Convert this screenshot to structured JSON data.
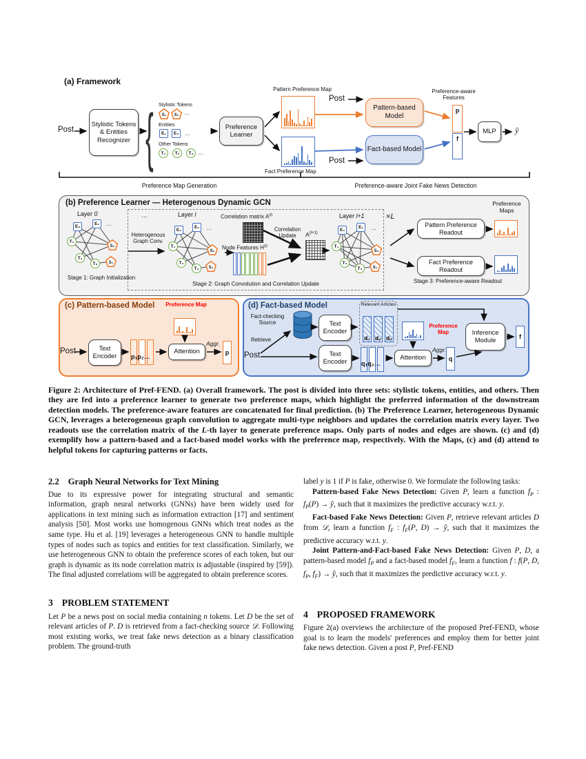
{
  "colors": {
    "orange": "#ED7D31",
    "blue": "#4472C4",
    "green": "#70AD47",
    "red": "#FF0000",
    "db_blue": "#2E75B6"
  },
  "figure": {
    "a": {
      "label": "(a) Framework",
      "post1": "Post",
      "post2": "Post",
      "post3": "Post",
      "recognizer": "Stylistic Tokens & Entities Recognizer",
      "tokens": {
        "stylistic_label": "Stylistic Tokens",
        "entities_label": "Entities",
        "other_label": "Other Tokens",
        "ellipsis": "…"
      },
      "preference_learner": "Preference Learner",
      "pattern_map_label": "Pattern Preference Map",
      "fact_map_label": "Fact Preference Map",
      "pattern_model": "Pattern-based Model",
      "fact_model": "Fact-based Model",
      "paf_label": "Preference-aware Features",
      "p": "p",
      "f": "f",
      "mlp": "MLP",
      "yhat": "ŷ"
    },
    "bracket": {
      "left": "Preference Map Generation",
      "right": "Preference-aware Joint Fake News Detection"
    },
    "graph_nodes": {
      "e1": "E₁",
      "e2": "E₂",
      "t1": "T₁",
      "t2": "T₂",
      "t3": "T₃",
      "s1": "S₁",
      "s2": "S₂",
      "dots": "…"
    },
    "b": {
      "title": "(b) Preference Learner — Heterogenous Dynamic GCN",
      "layer0": "Layer <i>0</i>",
      "layerl": "Layer <i>l</i>",
      "layerl1": "Layer <i>l+1</i>",
      "dots": "…",
      "het_conv": "Heterogenous Graph Conv.",
      "corr_matrix": "Correlation matrix A<sup>(<i>l</i>)</sup>",
      "node_features": "Node Features H<sup>(<i>l</i>)</sup>",
      "corr_update": "Correlation Update",
      "a_next": "A<sup>(<i>l</i>+1)</sup>",
      "xl": "×<i>L</i>",
      "stage1": "Stage 1: Graph Initialization",
      "stage2": "Stage 2: Graph Convolution and Correlation Update",
      "stage3": "Stage 3: Preference-aware Readout",
      "pattern_readout": "Pattern Preference Readout",
      "fact_readout": "Fact Preference Readout",
      "pref_maps": "Preference Maps"
    },
    "c": {
      "title": "(c) Pattern-based Model",
      "post": "Post",
      "text_encoder": "Text Encoder",
      "p_tokens": "p₁p₂…",
      "attention": "Attention",
      "aggr": "Aggr.",
      "p": "p",
      "pref_map": "Preference Map"
    },
    "d": {
      "title": "(d) Fact-based Model",
      "fact_checking": "Fact-checking Source",
      "retrieve": "Retrieve",
      "post": "Post",
      "text_encoder1": "Text Encoder",
      "text_encoder2": "Text Encoder",
      "relevant": "Relevant Articles",
      "d1": "d₁",
      "d2": "d₂",
      "d3": "d₃",
      "q_tokens": "q₁q₂…",
      "attention": "Attention",
      "aggr": "Aggr.",
      "q": "q",
      "pref_map": "Preference Map",
      "inference": "Inference Module",
      "f": "f"
    },
    "charts": {
      "pattern_a": [
        30,
        45,
        18,
        55,
        25,
        12,
        8,
        62,
        10,
        5,
        20,
        4,
        35,
        15,
        28
      ],
      "fact_a": [
        5,
        8,
        14,
        6,
        20,
        35,
        28,
        45,
        15,
        70,
        12,
        8,
        40,
        18,
        10
      ],
      "pattern_b": [
        15,
        42,
        8,
        25,
        5,
        58,
        10,
        20,
        32
      ],
      "fact_b": [
        8,
        5,
        30,
        45,
        12,
        55,
        18,
        38,
        22
      ],
      "pattern_c": [
        20,
        52,
        10,
        15,
        5,
        45,
        12,
        8,
        30
      ],
      "fact_d": [
        8,
        15,
        45,
        22,
        55,
        12,
        30,
        6,
        18
      ],
      "h_colors": [
        "#4472C4",
        "#4472C4",
        "#70AD47",
        "#70AD47",
        "#70AD47",
        "#70AD47",
        "#ED7D31",
        "#ED7D31"
      ]
    }
  },
  "caption": "Figure 2: Architecture of Pref-FEND. (a) Overall framework. The post is divided into three sets: stylistic tokens, entities, and others. Then they are fed into a preference learner to generate two preference maps, which highlight the preferred information of the downstream detection models. The preference-aware features are concatenated for final prediction. (b) The Preference Learner, heterogeneous Dynamic GCN, leverages a heterogeneous graph convolution to aggregate multi-type neighbors and updates the correlation matrix every layer. Two readouts use the correlation matrix of the <i>L</i>-th layer to generate preference maps. Only parts of nodes and edges are shown. (c) and (d) exemplify how a pattern-based and a fact-based model works with the preference map, respectively. With the Maps, (c) and (d) attend to helpful tokens for capturing patterns or facts.",
  "left_col": {
    "s22_num": "2.2",
    "s22_title": "Graph Neural Networks for Text Mining",
    "s22_body": "Due to its expressive power for integrating structural and semantic information, graph neural networks (GNNs) have been widely used for applications in text mining such as information extraction [17] and sentiment analysis [50]. Most works use homogenous GNNs which treat nodes as the same type. Hu et al. [19] leverages a heterogeneous GNN to handle multiple types of nodes such as topics and entities for text classification. Similarly, we use heterogeneous GNN to obtain the preference scores of each token, but our graph is dynamic as its node correlation matrix is adjustable (inspired by [59]). The final adjusted correlations will be aggregated to obtain preference scores.",
    "s3_num": "3",
    "s3_title": "PROBLEM STATEMENT",
    "s3_body": "Let <i>P</i> be a news post on social media containing <i>n</i> tokens. Let <i>D</i> be the set of relevant articles of <i>P</i>. <i>D</i> is retrieved from a fact-checking source <i>𝒟</i>. Following most existing works, we treat fake news detection as a binary classification problem. The ground-truth"
  },
  "right_col": {
    "intro": "label <i>y</i> is 1 if <i>P</i> is fake, otherwise 0. We formulate the following tasks:",
    "task1": "<b>Pattern-based Fake News Detection:</b> Given <i>P</i>, learn a function <i>f<sub>P</sub></i> : <i>f<sub>P</sub></i>(<i>P</i>) → <i>ŷ</i>, such that it maximizes the predictive accuracy w.r.t. <i>y</i>.",
    "task2": "<b>Fact-based Fake News Detection:</b> Given <i>P</i>, retrieve relevant articles <i>D</i> from <i>𝒟</i>, learn a function <i>f<sub>F</sub></i> : <i>f<sub>F</sub></i>(<i>P</i>, <i>D</i>) → <i>ŷ</i>, such that it maximizes the predictive accuracy w.r.t. <i>y</i>.",
    "task3": "<b>Joint Pattern-and-Fact-based Fake News Detection:</b> Given <i>P</i>, <i>D</i>, a pattern-based model <i>f<sub>P</sub></i> and a fact-based model <i>f<sub>F</sub></i>, learn a function <i>f</i> : <i>f</i>(<i>P</i>, <i>D</i>, <i>f<sub>P</sub></i>, <i>f<sub>F</sub></i>) → <i>ŷ</i>, such that it maximizes the predictive accuracy w.r.t. <i>y</i>.",
    "s4_num": "4",
    "s4_title": "PROPOSED FRAMEWORK",
    "s4_body": "Figure 2(a) overviews the architecture of the proposed Pref-FEND, whose goal is to learn the models' preferences and employ them for better joint fake news detection. Given a post <i>P</i>, Pref-FEND"
  }
}
